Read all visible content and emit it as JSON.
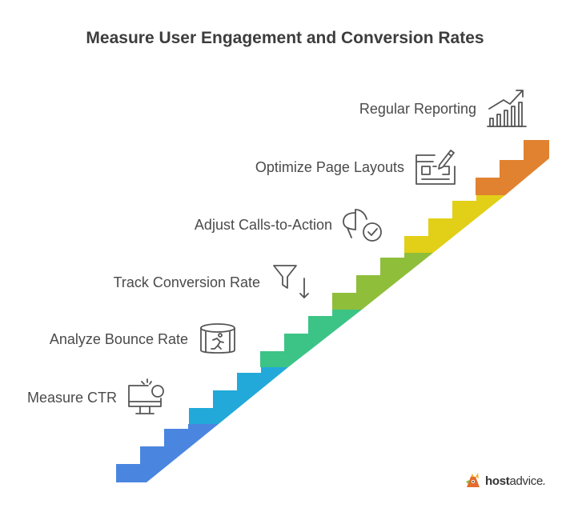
{
  "title": "Measure User Engagement and Conversion Rates",
  "steps": [
    {
      "label": "Measure CTR",
      "icon": "monitor-click-icon",
      "color": "#4a86e0"
    },
    {
      "label": "Analyze Bounce Rate",
      "icon": "runner-ring-icon",
      "color": "#22a9d9"
    },
    {
      "label": "Track Conversion Rate",
      "icon": "funnel-down-icon",
      "color": "#3cc486"
    },
    {
      "label": "Adjust Calls-to-Action",
      "icon": "megaphone-check-icon",
      "color": "#8fbe3a"
    },
    {
      "label": "Optimize Page Layouts",
      "icon": "layout-edit-icon",
      "color": "#e2cf18"
    },
    {
      "label": "Regular Reporting",
      "icon": "growth-chart-icon",
      "color": "#e08230"
    }
  ],
  "logo": {
    "bold": "host",
    "rest": "advice",
    "dot": "."
  }
}
